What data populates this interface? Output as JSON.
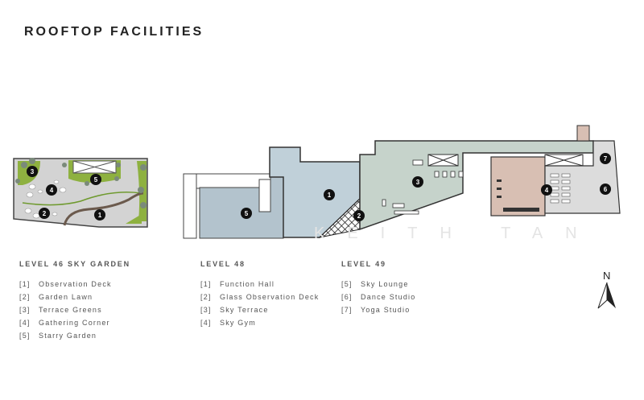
{
  "title": "ROOFTOP FACILITIES",
  "watermark": "KEITH TAN",
  "north_label": "N",
  "colors": {
    "garden_gray": "#d3d3d3",
    "garden_green": "#8eb140",
    "function_hall": "#c0d0d9",
    "sky_lounge": "#b3c3cd",
    "sky_terrace": "#c6d3cb",
    "sky_gym": "#d8bfb3",
    "studios": "#dcdcdc"
  },
  "plan_markers": {
    "garden": [
      "1",
      "2",
      "3",
      "4",
      "5"
    ],
    "level48": [
      "1",
      "2",
      "3",
      "4"
    ],
    "level49": [
      "5",
      "6",
      "7"
    ]
  },
  "legend": [
    {
      "heading": "LEVEL 46 SKY GARDEN",
      "items": [
        {
          "num": "[1]",
          "label": "Observation Deck"
        },
        {
          "num": "[2]",
          "label": "Garden Lawn"
        },
        {
          "num": "[3]",
          "label": "Terrace Greens"
        },
        {
          "num": "[4]",
          "label": "Gathering Corner"
        },
        {
          "num": "[5]",
          "label": "Starry Garden"
        }
      ]
    },
    {
      "heading": "LEVEL 48",
      "items": [
        {
          "num": "[1]",
          "label": "Function Hall"
        },
        {
          "num": "[2]",
          "label": "Glass Observation Deck"
        },
        {
          "num": "[3]",
          "label": "Sky Terrace"
        },
        {
          "num": "[4]",
          "label": "Sky Gym"
        }
      ]
    },
    {
      "heading": "LEVEL 49",
      "items": [
        {
          "num": "[5]",
          "label": "Sky Lounge"
        },
        {
          "num": "[6]",
          "label": "Dance Studio"
        },
        {
          "num": "[7]",
          "label": "Yoga Studio"
        }
      ]
    }
  ]
}
